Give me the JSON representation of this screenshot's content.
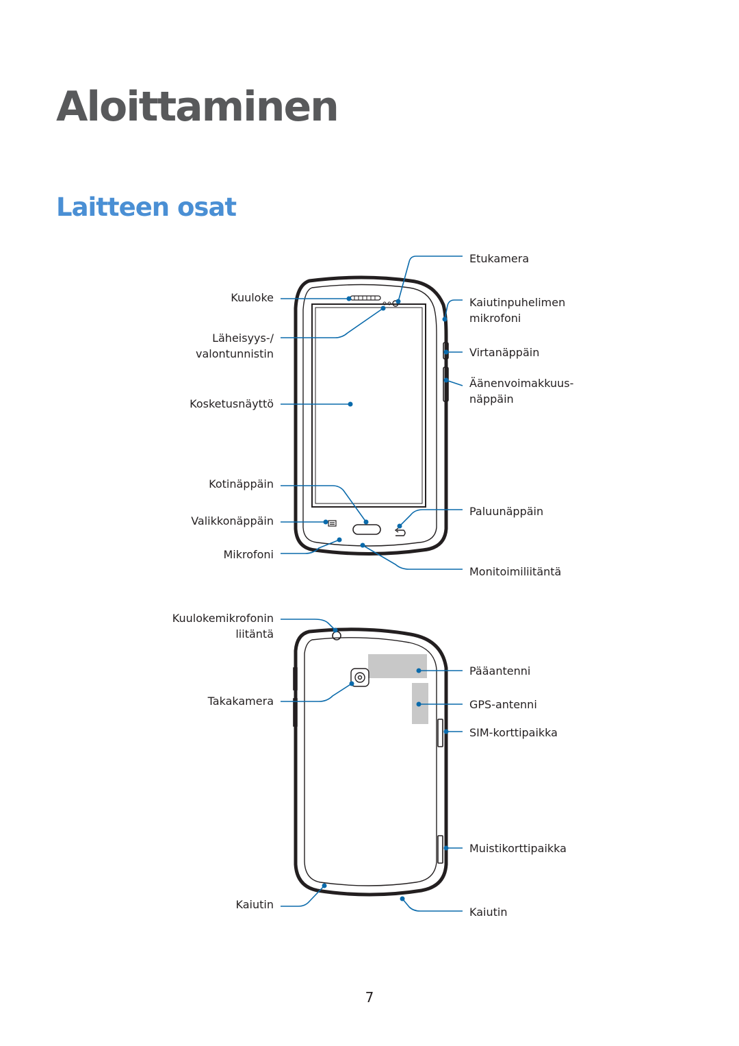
{
  "page": {
    "chapter_title": "Aloittaminen",
    "section_title": "Laitteen osat",
    "page_number": "7"
  },
  "front_labels": {
    "etukamera": "Etukamera",
    "kuuloke": "Kuuloke",
    "kaiutinpuhelimen_line1": "Kaiutinpuhelimen",
    "kaiutinpuhelimen_line2": "mikrofoni",
    "laheisyys_line1": "Läheisyys-/",
    "laheisyys_line2": "valontunnistin",
    "virtanappain": "Virtanäppäin",
    "aanenvoimakkuus_line1": "Äänenvoimakkuus-",
    "aanenvoimakkuus_line2": "näppäin",
    "kosketusnaytto": "Kosketusnäyttö",
    "kotinappain": "Kotinäppäin",
    "paluunappain": "Paluunäppäin",
    "valikkonappain": "Valikkonäppäin",
    "mikrofoni": "Mikrofoni",
    "monitoimiliitanta": "Monitoimiliitäntä"
  },
  "back_labels": {
    "kuulokemikrofonin_line1": "Kuulokemikrofonin",
    "kuulokemikrofonin_line2": "liitäntä",
    "paaantenni": "Pääantenni",
    "takakamera": "Takakamera",
    "gps_antenni": "GPS-antenni",
    "sim_korttipaikka": "SIM-korttipaikka",
    "muistikorttipaikka": "Muistikorttipaikka",
    "kaiutin_left": "Kaiutin",
    "kaiutin_right": "Kaiutin"
  },
  "colors": {
    "chapter_title": "#58595b",
    "section_title": "#4a8fd4",
    "leader_line": "#0a6aab",
    "device_outline": "#231f20",
    "antenna_area": "#c8c8c8"
  }
}
